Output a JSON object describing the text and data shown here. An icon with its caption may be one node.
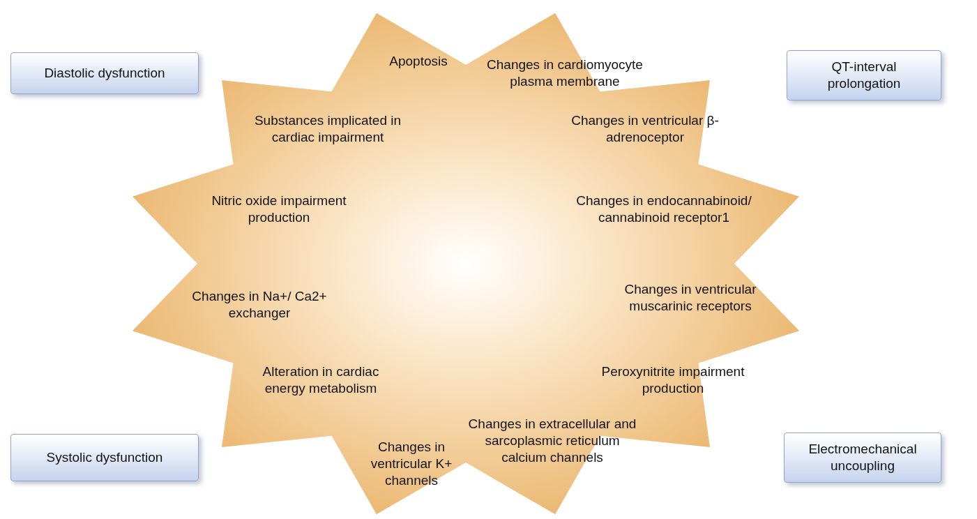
{
  "diagram": {
    "nodes": [
      {
        "text": [
          "Diastolic dysfunction"
        ]
      },
      {
        "text": [
          "Apoptosis",
          "Changes in cardiomyocyte plasma membrane",
          "Substances implicated in cardiac impairment",
          "Changes in ventricular β-adrenoceptor",
          "Nitric oxide impairment production",
          "Changes in endocannabinoid/ cannabinoid receptor1",
          "Changes in Na+/ Ca2+ exchanger",
          "Changes in ventricular muscarinic receptors",
          "Alteration in cardiac energy metabolism",
          "Peroxynitrite impairment production",
          "Changes in extracellular and sarcoplasmic reticulum calcium channels",
          "Changes in ventricular K+ channels"
        ]
      },
      {
        "text": [
          "QT-interval prolongation"
        ]
      },
      {
        "text": [
          "Systolic dysfunction"
        ]
      },
      {
        "text": [
          "Electromechanical uncoupling"
        ]
      }
    ],
    "edges": []
  }
}
